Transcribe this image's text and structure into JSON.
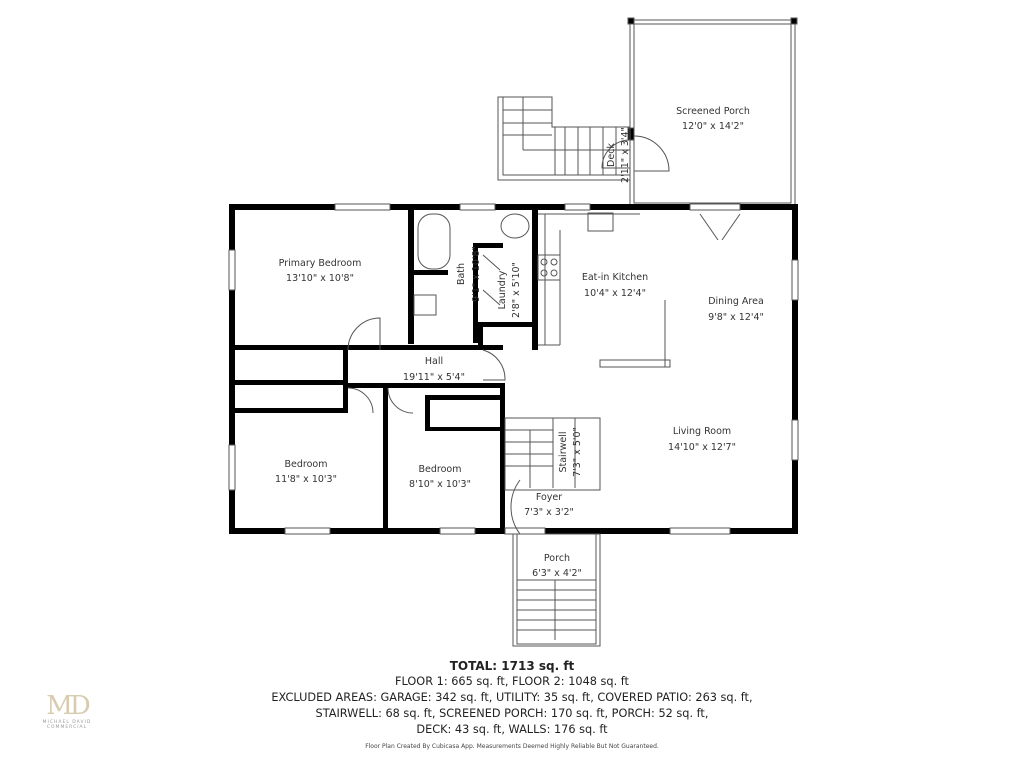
{
  "rooms": {
    "screened_porch": {
      "name": "Screened Porch",
      "size": "12'0\" x 14'2\""
    },
    "deck": {
      "name": "Deck",
      "size": "2'11\" x 3'4\""
    },
    "primary_bedroom": {
      "name": "Primary Bedroom",
      "size": "13'10\" x 10'8\""
    },
    "bath": {
      "name": "Bath",
      "size": "9'1\" x 10'8\""
    },
    "laundry": {
      "name": "Laundry",
      "size": "2'8\" x 5'10\""
    },
    "kitchen": {
      "name": "Eat-in Kitchen",
      "size": "10'4\" x 12'4\""
    },
    "dining": {
      "name": "Dining Area",
      "size": "9'8\" x 12'4\""
    },
    "hall": {
      "name": "Hall",
      "size": "19'11\" x 5'4\""
    },
    "living": {
      "name": "Living Room",
      "size": "14'10\" x 12'7\""
    },
    "stairwell": {
      "name": "Stairwell",
      "size": "7'3\" x 5'0\""
    },
    "bedroom1": {
      "name": "Bedroom",
      "size": "11'8\" x 10'3\""
    },
    "bedroom2": {
      "name": "Bedroom",
      "size": "8'10\" x 10'3\""
    },
    "foyer": {
      "name": "Foyer",
      "size": "7'3\" x 3'2\""
    },
    "porch": {
      "name": "Porch",
      "size": "6'3\" x 4'2\""
    }
  },
  "summary": {
    "total": "TOTAL: 1713 sq. ft",
    "floors": "FLOOR 1: 665 sq. ft, FLOOR 2: 1048 sq. ft",
    "excluded_1": "EXCLUDED AREAS: GARAGE: 342 sq. ft, UTILITY: 35 sq. ft, COVERED PATIO: 263 sq. ft,",
    "excluded_2": "STAIRWELL: 68 sq. ft, SCREENED PORCH: 170 sq. ft, PORCH: 52 sq. ft,",
    "excluded_3": "DECK: 43 sq. ft, WALLS: 176 sq. ft",
    "disclaimer": "Floor Plan Created By Cubicasa App. Measurements Deemed Highly Reliable But Not Guaranteed."
  },
  "logo": {
    "mark": "MD",
    "line1": "MICHAEL DAVID",
    "line2": "COMMERCIAL"
  },
  "colors": {
    "wall": "#000000",
    "line": "#555555",
    "logo": "#d8ccb0"
  }
}
